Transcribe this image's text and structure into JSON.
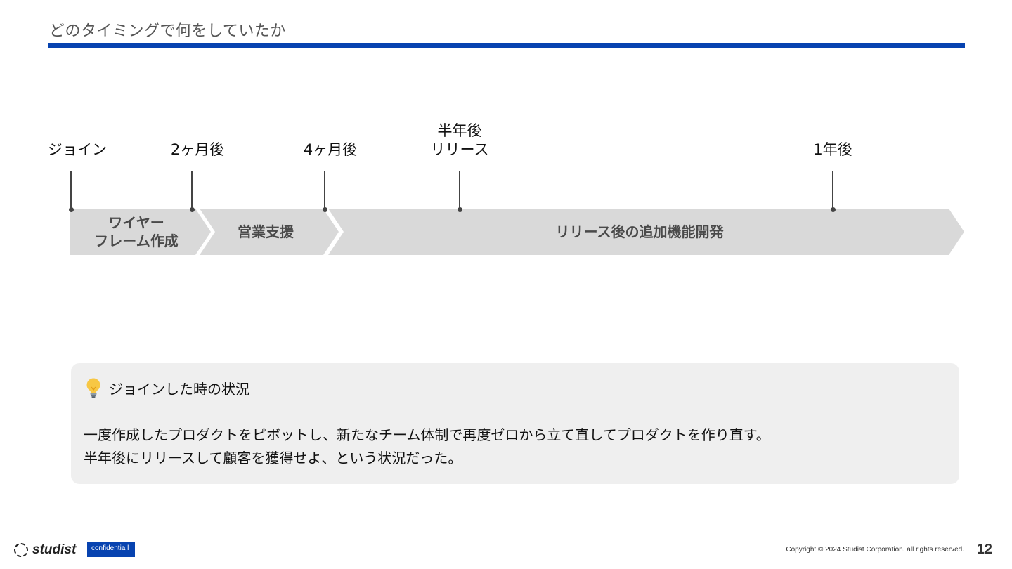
{
  "header": {
    "title": "どのタイミングで何をしていたか",
    "accent_color": "#0743b0"
  },
  "timeline": {
    "milestones": [
      {
        "label": "ジョイン"
      },
      {
        "label": "2ヶ月後"
      },
      {
        "label": "4ヶ月後"
      },
      {
        "label": "半年後\nリリース"
      },
      {
        "label": "1年後"
      }
    ],
    "phases": [
      {
        "label": "ワイヤー\nフレーム作成"
      },
      {
        "label": "営業支援"
      },
      {
        "label": "リリース後の追加機能開発"
      }
    ]
  },
  "info": {
    "icon": "lightbulb-icon",
    "heading": "ジョインした時の状況",
    "lines": [
      "一度作成したプロダクトをピボットし、新たなチーム体制で再度ゼロから立て直してプロダクトを作り直す。",
      "半年後にリリースして顧客を獲得せよ、という状況だった。"
    ]
  },
  "footer": {
    "logo_text": "studist",
    "confidential": "confidentia l",
    "copyright": "Copyright © 2024 Studist Corporation. all rights reserved.",
    "page_number": "12"
  }
}
